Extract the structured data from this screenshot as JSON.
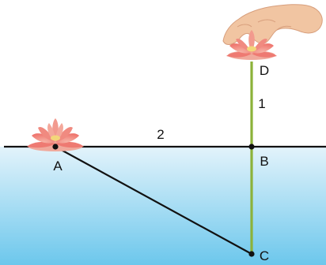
{
  "diagram": {
    "labels": {
      "a": "A",
      "b": "B",
      "c": "C",
      "d": "D",
      "stem_above": "1",
      "horizontal": "2"
    },
    "colors": {
      "water_top": "#e3f3fb",
      "water_bottom": "#6cc7ec",
      "stem": "#8cb23a",
      "line": "#111111",
      "petal": "#f07a72",
      "petal_light": "#f6b3a6",
      "flower_center": "#f3d67a",
      "skin": "#f1c5a2"
    },
    "icons": {
      "flower": "lotus-flower-icon",
      "hand": "hand-icon"
    }
  }
}
